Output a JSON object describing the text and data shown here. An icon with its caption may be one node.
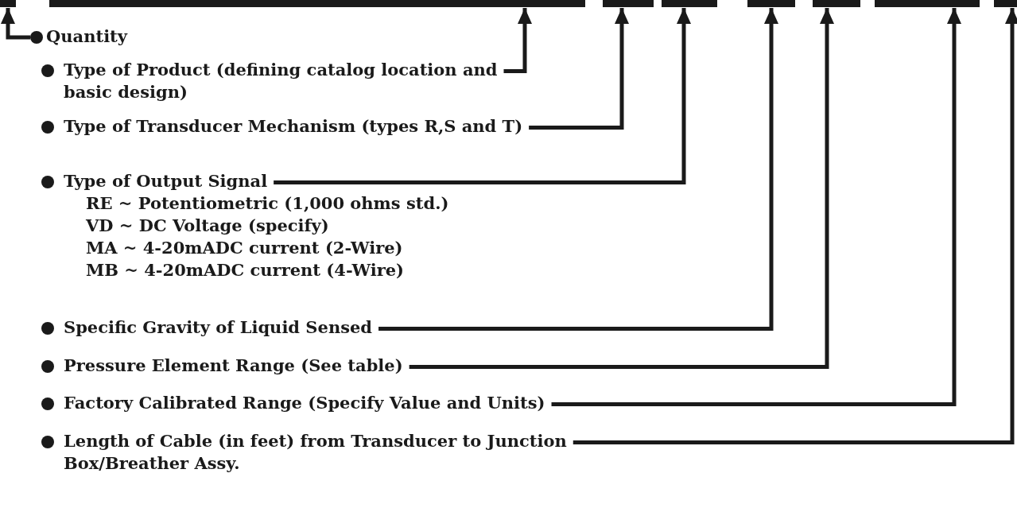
{
  "diagram": {
    "nodes": [
      {
        "text": [],
        "shape": "bar"
      },
      {
        "text": [],
        "shape": "bar"
      },
      {
        "text": [],
        "shape": "bar"
      },
      {
        "text": [],
        "shape": "bar"
      },
      {
        "text": [],
        "shape": "bar"
      },
      {
        "text": [],
        "shape": "bar"
      },
      {
        "text": [],
        "shape": "bar"
      },
      {
        "text": [],
        "shape": "bar"
      },
      {
        "text": [
          "Quantity"
        ]
      },
      {
        "text": [
          "Type of Product (defining catalog location and basic design)"
        ]
      },
      {
        "text": [
          "Type of Transducer Mechanism (types R,S and T)"
        ]
      },
      {
        "text": [
          "Type of Output Signal",
          "RE ~ Potentiometric (1,000 ohms std.)",
          "VD ~ DC Voltage (specify)",
          "MA ~ 4-20mADC current (2-Wire)",
          "MB ~ 4-20mADC current (4-Wire)"
        ]
      },
      {
        "text": [
          "Specific Gravity of Liquid Sensed"
        ]
      },
      {
        "text": [
          "Pressure Element Range (See table)"
        ]
      },
      {
        "text": [
          "Factory Calibrated Range (Specify Value and Units)"
        ]
      },
      {
        "text": [
          "Length of Cable (in feet) from Transducer to Junction Box/Breather Assy."
        ]
      }
    ],
    "edges": [
      {
        "from": 8,
        "to": 0,
        "arrow": "to"
      },
      {
        "from": 9,
        "to": 1,
        "arrow": "to"
      },
      {
        "from": 10,
        "to": 2,
        "arrow": "to"
      },
      {
        "from": 11,
        "to": 3,
        "arrow": "to"
      },
      {
        "from": 12,
        "to": 4,
        "arrow": "to"
      },
      {
        "from": 13,
        "to": 5,
        "arrow": "to"
      },
      {
        "from": 14,
        "to": 6,
        "arrow": "to"
      },
      {
        "from": 15,
        "to": 7,
        "arrow": "to"
      }
    ]
  }
}
